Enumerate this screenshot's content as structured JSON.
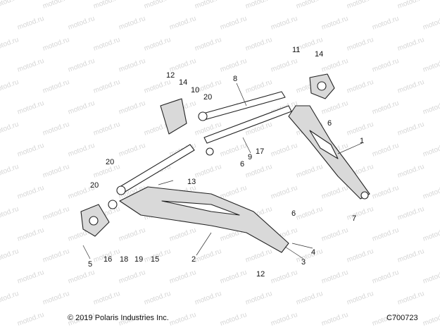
{
  "watermark": {
    "text": "motod.ru"
  },
  "callouts": [
    {
      "id": "1",
      "text": "1"
    },
    {
      "id": "2",
      "text": "2"
    },
    {
      "id": "3",
      "text": "3"
    },
    {
      "id": "4",
      "text": "4"
    },
    {
      "id": "5",
      "text": "5"
    },
    {
      "id": "6a",
      "text": "6"
    },
    {
      "id": "6b",
      "text": "6"
    },
    {
      "id": "6c",
      "text": "6"
    },
    {
      "id": "7",
      "text": "7"
    },
    {
      "id": "8",
      "text": "8"
    },
    {
      "id": "9",
      "text": "9"
    },
    {
      "id": "10",
      "text": "10"
    },
    {
      "id": "11",
      "text": "11"
    },
    {
      "id": "12a",
      "text": "12"
    },
    {
      "id": "12b",
      "text": "12"
    },
    {
      "id": "13",
      "text": "13"
    },
    {
      "id": "14a",
      "text": "14"
    },
    {
      "id": "14b",
      "text": "14"
    },
    {
      "id": "15",
      "text": "15"
    },
    {
      "id": "16",
      "text": "16"
    },
    {
      "id": "17",
      "text": "17"
    },
    {
      "id": "18",
      "text": "18"
    },
    {
      "id": "19",
      "text": "19"
    },
    {
      "id": "20a",
      "text": "20"
    },
    {
      "id": "20b",
      "text": "20"
    },
    {
      "id": "20c",
      "text": "20"
    }
  ],
  "footer": {
    "copyright": "© 2019 Polaris Industries Inc.",
    "code": "C700723"
  }
}
